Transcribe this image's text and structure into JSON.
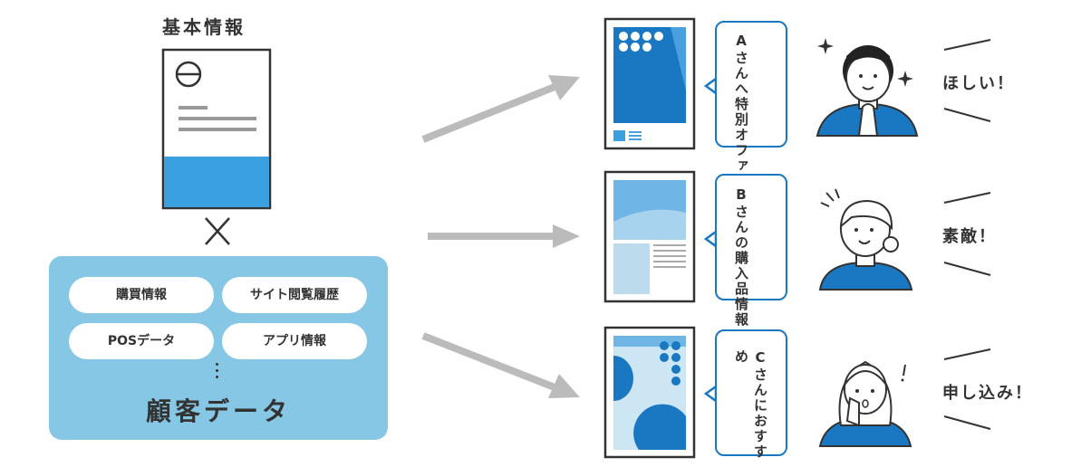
{
  "basic_info": {
    "title": "基本情報"
  },
  "customer_data": {
    "title": "顧客データ",
    "items": [
      "購買情報",
      "サイト閲覧履歴",
      "POSデータ",
      "アプリ情報"
    ]
  },
  "offers": [
    {
      "line1": "Aさんへ",
      "line2": "特別オファー",
      "reaction": "ほしい！"
    },
    {
      "line1": "Bさんの",
      "line2": "購入品情報",
      "reaction": "素敵！"
    },
    {
      "line1": "Cさんに",
      "line2": "おすすめ",
      "reaction": "申し込み！"
    }
  ],
  "colors": {
    "blue": "#1a78c2",
    "light_blue": "#85c7e4",
    "mid_blue": "#4aa0dc",
    "arrow": "#bbbbbb"
  },
  "icons": [
    "multiply-icon",
    "document-icon",
    "flyer-icon",
    "woman-icon",
    "sparkle-icon"
  ]
}
